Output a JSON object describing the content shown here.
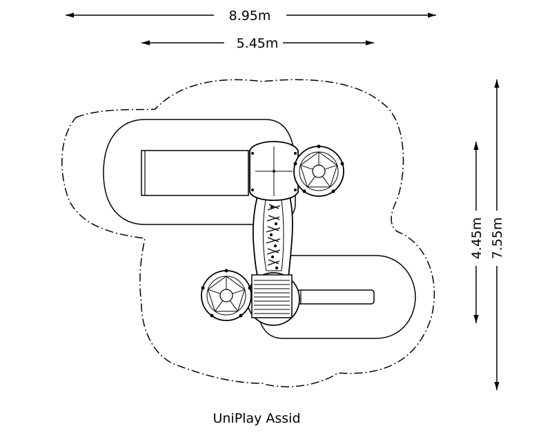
{
  "dimensions": {
    "overall_width": "8.95m",
    "structure_width": "5.45m",
    "structure_depth": "4.45m",
    "overall_depth": "7.55m"
  },
  "caption": "UniPlay Assid",
  "colors": {
    "line": "#000000",
    "background": "#ffffff"
  }
}
